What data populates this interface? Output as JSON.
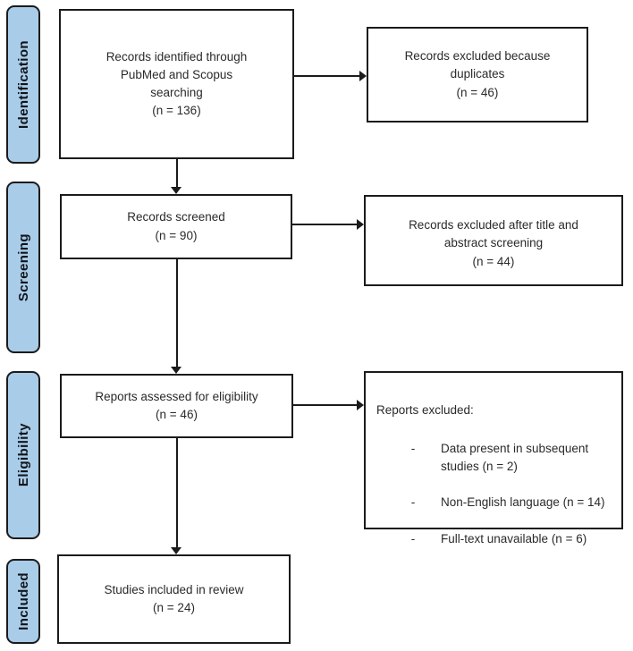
{
  "stages": [
    {
      "label": "Identification"
    },
    {
      "label": "Screening"
    },
    {
      "label": "Eligibility"
    },
    {
      "label": "Included"
    }
  ],
  "main_flow": [
    {
      "lines": [
        "Records identified through",
        "PubMed and Scopus",
        "searching",
        "(n = 136)"
      ]
    },
    {
      "lines": [
        "Records screened",
        "(n = 90)"
      ]
    },
    {
      "lines": [
        "Reports assessed for eligibility",
        "(n = 46)"
      ]
    },
    {
      "lines": [
        "Studies included in review",
        "(n = 24)"
      ]
    }
  ],
  "exclusions": [
    {
      "lines": [
        "Records excluded because",
        "duplicates",
        "(n = 46)"
      ]
    },
    {
      "lines": [
        "Records excluded after title and",
        "abstract screening",
        "(n = 44)"
      ]
    },
    {
      "heading": "Reports excluded:",
      "bullet": "-",
      "items": [
        {
          "lines": [
            "Data present in subsequent",
            "studies (n = 2)"
          ]
        },
        {
          "lines": [
            "Non-English language (n = 14)"
          ]
        },
        {
          "lines": [
            "Full-text unavailable (n = 6)"
          ]
        }
      ]
    }
  ],
  "colors": {
    "stage_fill": "#a9cce8",
    "stage_text": "#10151c",
    "line_color": "#1b1b1b",
    "text_color": "#2a2a2a"
  }
}
